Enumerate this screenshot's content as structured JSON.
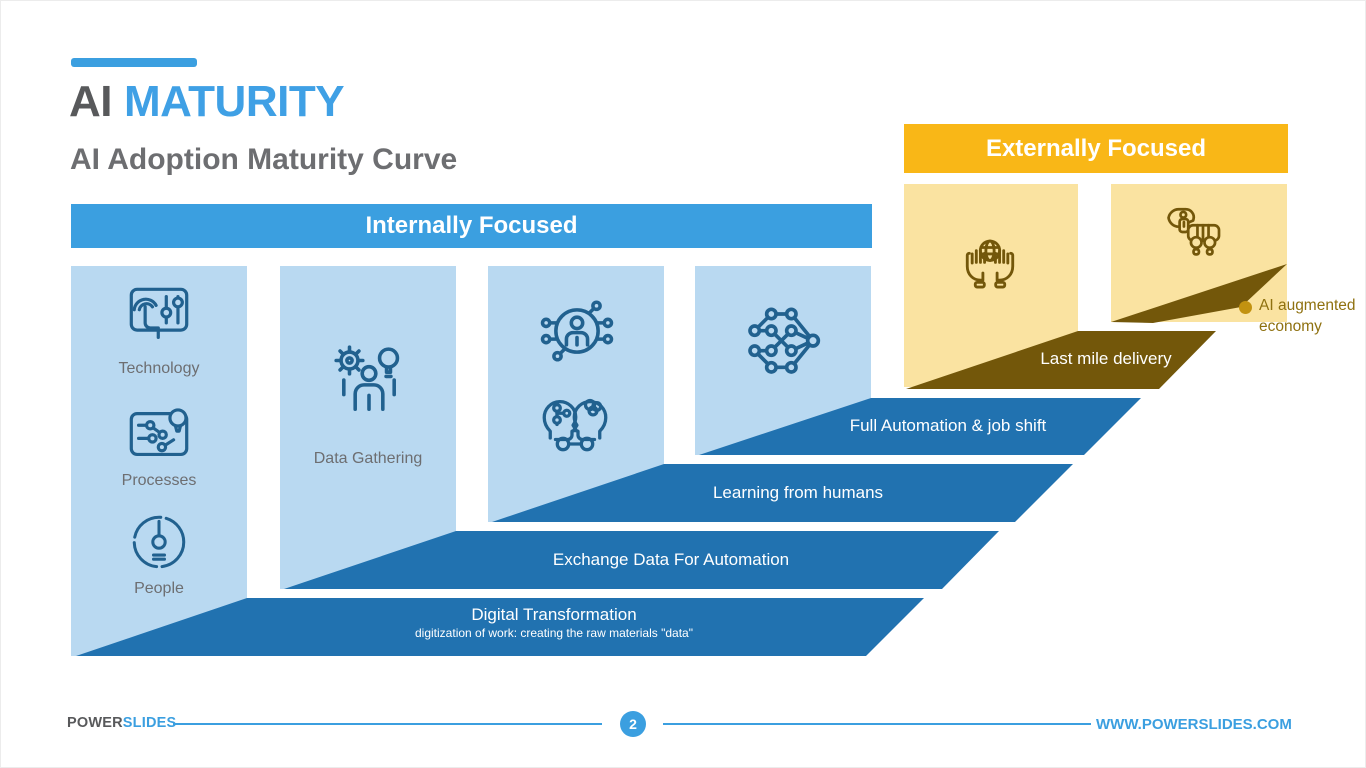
{
  "title": {
    "prefix": "AI",
    "highlight": "MATURITY"
  },
  "subtitle": "AI Adoption Maturity Curve",
  "sections": {
    "internal": "Internally Focused",
    "external": "Externally Focused"
  },
  "pillars": {
    "pillar1": {
      "items": [
        {
          "label": "Technology",
          "icon": "touchscreen-controls-icon"
        },
        {
          "label": "Processes",
          "icon": "circuit-board-icon"
        },
        {
          "label": "People",
          "icon": "gauge-icon"
        }
      ]
    },
    "pillar2": {
      "label": "Data Gathering",
      "icon": "person-gear-bulb-icon"
    },
    "pillar3": {
      "icons": [
        "connected-user-icon",
        "ai-human-heads-icon"
      ]
    },
    "pillar4": {
      "icon": "neural-network-icon"
    },
    "external1": {
      "icon": "hands-holding-globe-icon"
    },
    "external2": {
      "icon": "delivery-rover-icon"
    }
  },
  "steps": [
    {
      "label": "Digital Transformation",
      "sublabel": "digitization of work: creating the raw materials \"data\"",
      "color": "#2172b0"
    },
    {
      "label": "Exchange Data For Automation",
      "color": "#2172b0"
    },
    {
      "label": "Learning from humans",
      "color": "#2172b0"
    },
    {
      "label": "Full Automation & job shift",
      "color": "#2172b0"
    },
    {
      "label": "Last mile delivery",
      "color": "#73570a"
    },
    {
      "label": "AI augmented economy",
      "color": "#8f7110"
    }
  ],
  "footer": {
    "brand_bold": "POWER",
    "brand_accent": "SLIDES",
    "page_number": "2",
    "website": "WWW.POWERSLIDES.COM"
  },
  "colors": {
    "accent_blue": "#3b9fe0",
    "ribbon_blue": "#2172b0",
    "light_blue_box": "#b9d9f1",
    "icon_blue": "#21618f",
    "header_gold": "#f9b717",
    "light_gold_box": "#fae3a1",
    "ribbon_dark_gold": "#73570a",
    "dot_gold": "#c29210",
    "title_gray": "#58595b",
    "text_gray": "#6d6e71"
  }
}
